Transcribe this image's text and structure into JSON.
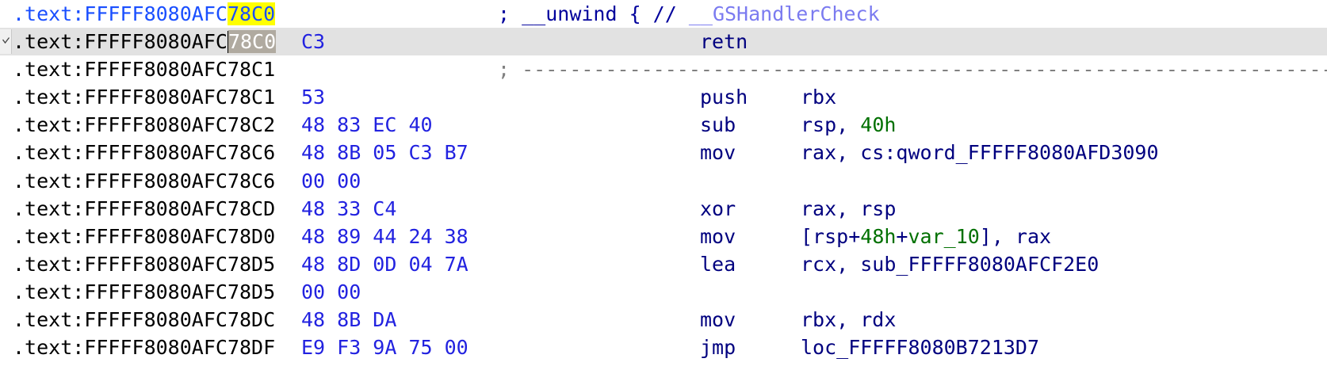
{
  "app": {
    "view_name": "IDA Pro disassembly listing",
    "segment": ".text"
  },
  "colors": {
    "background": "#ffffff",
    "selected_row_bg": "#e2e2e2",
    "search_highlight_bg": "#ffff00",
    "selection_bg": "#b0aaa0",
    "address_text": "#000000",
    "address_label_text": "#1a4fff",
    "opcode_bytes": "#2222e0",
    "mnemonic": "#00007f",
    "immediate": "#007000",
    "comment": "#00009c",
    "library_name": "#7b7bf0",
    "separator": "#808080"
  },
  "gutter": {
    "collapse_icon": "chevron-collapse-icon"
  },
  "rows": [
    {
      "id": "row-0",
      "kind": "comment",
      "selected": false,
      "gutter": false,
      "address_prefix": ".text:FFFFF8080AFC",
      "address_suffix": "78C0",
      "address_style": "label",
      "suffix_highlight": "search",
      "bytes": "",
      "comment_semi": ";",
      "comment_text": " __unwind { // ",
      "library_name": "__GSHandlerCheck"
    },
    {
      "id": "row-1",
      "kind": "instruction",
      "selected": true,
      "gutter": true,
      "address_prefix": ".text:FFFFF8080AFC",
      "address_suffix": "78C0",
      "address_style": "plain",
      "suffix_highlight": "selection",
      "caret_before_suffix": true,
      "bytes": "C3",
      "mnemonic": "retn",
      "operands": []
    },
    {
      "id": "row-2",
      "kind": "separator",
      "selected": false,
      "gutter": false,
      "address_prefix": ".text:FFFFF8080AFC",
      "address_suffix": "78C1",
      "address_style": "plain",
      "bytes": "",
      "comment_semi": ";",
      "separator_dashes": "-------------------------------------------------------------------------"
    },
    {
      "id": "row-3",
      "kind": "instruction",
      "selected": false,
      "gutter": false,
      "address_prefix": ".text:FFFFF8080AFC",
      "address_suffix": "78C1",
      "address_style": "plain",
      "bytes": "53",
      "mnemonic": "push",
      "operands": [
        {
          "text": "rbx",
          "style": "op"
        }
      ]
    },
    {
      "id": "row-4",
      "kind": "instruction",
      "selected": false,
      "gutter": false,
      "address_prefix": ".text:FFFFF8080AFC",
      "address_suffix": "78C2",
      "address_style": "plain",
      "bytes": "48 83 EC 40",
      "mnemonic": "sub",
      "operands": [
        {
          "text": "rsp, ",
          "style": "op"
        },
        {
          "text": "40h",
          "style": "imm"
        }
      ]
    },
    {
      "id": "row-5",
      "kind": "instruction",
      "selected": false,
      "gutter": false,
      "address_prefix": ".text:FFFFF8080AFC",
      "address_suffix": "78C6",
      "address_style": "plain",
      "bytes": "48 8B 05 C3 B7",
      "mnemonic": "mov",
      "operands": [
        {
          "text": "rax, cs:qword_FFFFF8080AFD3090",
          "style": "op"
        }
      ]
    },
    {
      "id": "row-6",
      "kind": "bytes-continuation",
      "selected": false,
      "gutter": false,
      "address_prefix": ".text:FFFFF8080AFC",
      "address_suffix": "78C6",
      "address_style": "plain",
      "bytes": "00 00",
      "mnemonic": "",
      "operands": []
    },
    {
      "id": "row-7",
      "kind": "instruction",
      "selected": false,
      "gutter": false,
      "address_prefix": ".text:FFFFF8080AFC",
      "address_suffix": "78CD",
      "address_style": "plain",
      "bytes": "48 33 C4",
      "mnemonic": "xor",
      "operands": [
        {
          "text": "rax, rsp",
          "style": "op"
        }
      ]
    },
    {
      "id": "row-8",
      "kind": "instruction",
      "selected": false,
      "gutter": false,
      "address_prefix": ".text:FFFFF8080AFC",
      "address_suffix": "78D0",
      "address_style": "plain",
      "bytes": "48 89 44 24 38",
      "mnemonic": "mov",
      "operands": [
        {
          "text": "[rsp+",
          "style": "op"
        },
        {
          "text": "48h",
          "style": "imm"
        },
        {
          "text": "+",
          "style": "op"
        },
        {
          "text": "var_10",
          "style": "imm"
        },
        {
          "text": "], rax",
          "style": "op"
        }
      ]
    },
    {
      "id": "row-9",
      "kind": "instruction",
      "selected": false,
      "gutter": false,
      "address_prefix": ".text:FFFFF8080AFC",
      "address_suffix": "78D5",
      "address_style": "plain",
      "bytes": "48 8D 0D 04 7A",
      "mnemonic": "lea",
      "operands": [
        {
          "text": "rcx, sub_FFFFF8080AFCF2E0",
          "style": "op"
        }
      ]
    },
    {
      "id": "row-10",
      "kind": "bytes-continuation",
      "selected": false,
      "gutter": false,
      "address_prefix": ".text:FFFFF8080AFC",
      "address_suffix": "78D5",
      "address_style": "plain",
      "bytes": "00 00",
      "mnemonic": "",
      "operands": []
    },
    {
      "id": "row-11",
      "kind": "instruction",
      "selected": false,
      "gutter": false,
      "address_prefix": ".text:FFFFF8080AFC",
      "address_suffix": "78DC",
      "address_style": "plain",
      "bytes": "48 8B DA",
      "mnemonic": "mov",
      "operands": [
        {
          "text": "rbx, rdx",
          "style": "op"
        }
      ]
    },
    {
      "id": "row-12",
      "kind": "instruction",
      "selected": false,
      "gutter": false,
      "address_prefix": ".text:FFFFF8080AFC",
      "address_suffix": "78DF",
      "address_style": "plain",
      "bytes": "E9 F3 9A 75 00",
      "mnemonic": "jmp",
      "operands": [
        {
          "text": "loc_FFFFF8080B7213D7",
          "style": "op"
        }
      ]
    }
  ]
}
